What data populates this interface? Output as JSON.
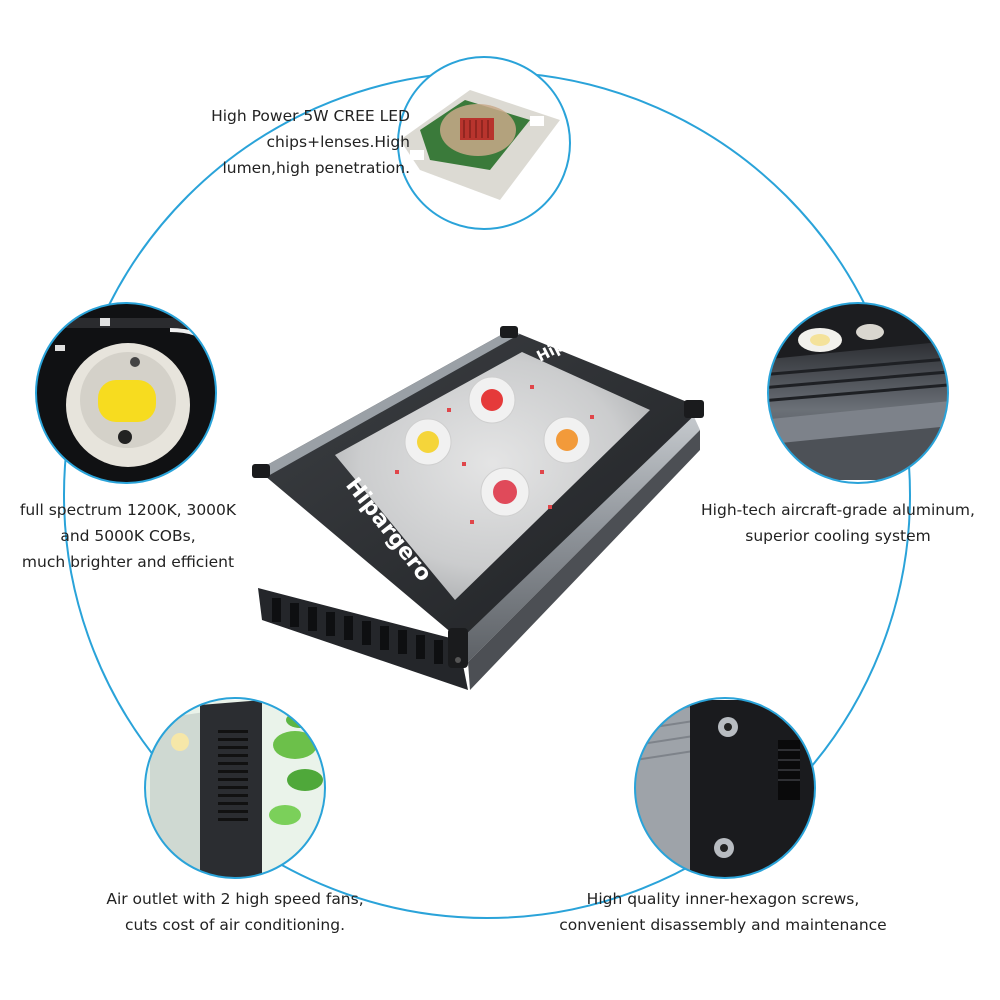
{
  "colors": {
    "ring": "#2aa3d9",
    "housing": "#2e3033",
    "aluminum": "#8a8f95"
  },
  "brand": "Hipargero",
  "captions": {
    "chips": [
      "High Power 5W CREE LED",
      "chips+lenses.High",
      "lumen,high penetration."
    ],
    "cobs": [
      "full spectrum 1200K, 3000K",
      "and 5000K COBs,",
      "much brighter and efficient"
    ],
    "aluminum": [
      "High-tech aircraft-grade aluminum,",
      "superior cooling system"
    ],
    "fans": [
      "Air outlet with 2 high speed fans,",
      "cuts cost of air conditioning."
    ],
    "screws": [
      "High quality inner-hexagon screws,",
      "convenient disassembly and maintenance"
    ]
  },
  "icons": [
    "led-chip-closeup",
    "cob-closeup",
    "aluminum-heatsink-closeup",
    "fan-outlet-closeup",
    "hex-screw-closeup"
  ]
}
